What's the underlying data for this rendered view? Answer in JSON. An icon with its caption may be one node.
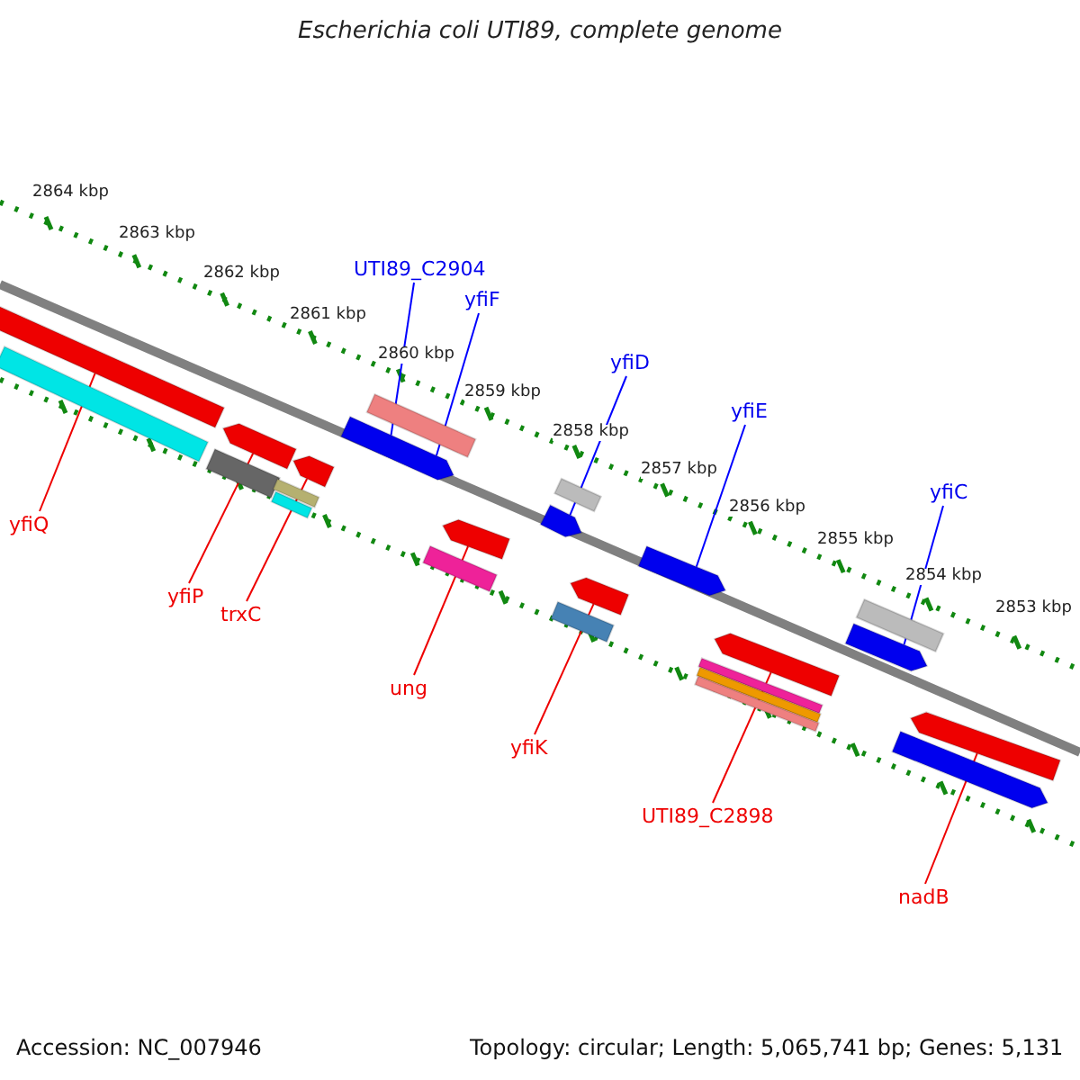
{
  "diagram": {
    "title": "Escherichia coli UTI89, complete genome",
    "nodes": [
      {
        "text": [
          "UTI89_C2904"
        ]
      },
      {
        "text": [
          "yfiF"
        ]
      },
      {
        "text": [
          "yfiD"
        ]
      },
      {
        "text": [
          "yfiE"
        ]
      },
      {
        "text": [
          "yfiC"
        ]
      },
      {
        "text": [
          "yfiQ"
        ]
      },
      {
        "text": [
          "yfiP"
        ]
      },
      {
        "text": [
          "trxC"
        ]
      },
      {
        "text": [
          "ung"
        ]
      },
      {
        "text": [
          "yfiK"
        ]
      },
      {
        "text": [
          "UTI89_C2898"
        ]
      },
      {
        "text": [
          "nadB"
        ]
      },
      {
        "text": [],
        "shape": "arrow"
      },
      {
        "text": [],
        "shape": "arrow"
      },
      {
        "text": [],
        "shape": "arrow"
      },
      {
        "text": [],
        "shape": "arrow"
      },
      {
        "text": [],
        "shape": "arrow"
      },
      {
        "text": [],
        "shape": "arrow"
      },
      {
        "text": [],
        "shape": "arrow"
      },
      {
        "text": [],
        "shape": "arrow"
      },
      {
        "text": [],
        "shape": "arrow"
      },
      {
        "text": [],
        "shape": "arrow"
      },
      {
        "text": [],
        "shape": "arrow"
      },
      {
        "text": [],
        "shape": "bar"
      },
      {
        "text": [],
        "shape": "bar"
      },
      {
        "text": [],
        "shape": "bar"
      },
      {
        "text": [],
        "shape": "bar"
      },
      {
        "text": [],
        "shape": "bar"
      },
      {
        "text": [],
        "shape": "bar"
      },
      {
        "text": [],
        "shape": "bar"
      },
      {
        "text": [],
        "shape": "bar"
      },
      {
        "text": [],
        "shape": "bar"
      },
      {
        "text": [],
        "shape": "bar"
      },
      {
        "text": [],
        "shape": "bar"
      },
      {
        "text": [],
        "shape": "bar"
      },
      {
        "text": [],
        "shape": "bar"
      }
    ],
    "edges": [
      {
        "from": 0,
        "to": 12,
        "arrow": "none",
        "color": "#0000ff"
      },
      {
        "from": 1,
        "to": 12,
        "arrow": "none",
        "color": "#0000ff"
      },
      {
        "from": 2,
        "to": 13,
        "arrow": "none",
        "color": "#0000ff"
      },
      {
        "from": 3,
        "to": 14,
        "arrow": "none",
        "color": "#0000ff"
      },
      {
        "from": 4,
        "to": 15,
        "arrow": "none",
        "color": "#0000ff"
      },
      {
        "from": 5,
        "to": 16,
        "arrow": "none"
      },
      {
        "from": 6,
        "to": 17,
        "arrow": "none"
      },
      {
        "from": 7,
        "to": 18,
        "arrow": "none"
      },
      {
        "from": 8,
        "to": 19,
        "arrow": "none"
      },
      {
        "from": 9,
        "to": 20,
        "arrow": "none"
      },
      {
        "from": 10,
        "to": 21,
        "arrow": "none"
      },
      {
        "from": 11,
        "to": 22,
        "arrow": "none"
      }
    ],
    "labels": [
      "2864 kbp",
      "2863 kbp",
      "2862 kbp",
      "2861 kbp",
      "2860 kbp",
      "2859 kbp",
      "2858 kbp",
      "2857 kbp",
      "2856 kbp",
      "2855 kbp",
      "2854 kbp",
      "2853 kbp",
      "Accession: NC_007946",
      "Topology: circular; Length: 5,065,741 bp; Genes: 5,131"
    ]
  }
}
